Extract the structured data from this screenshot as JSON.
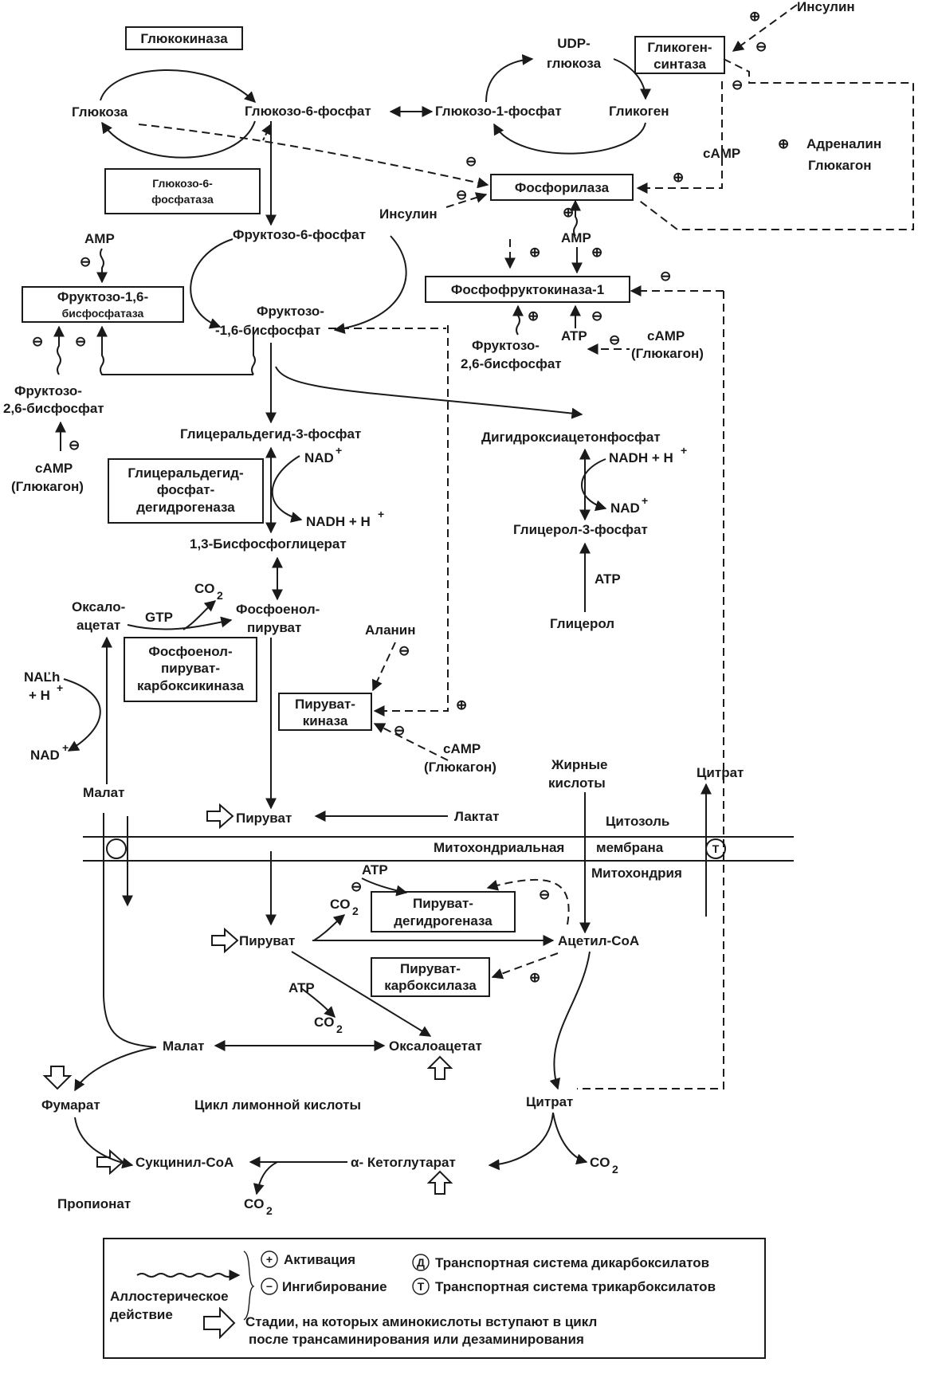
{
  "metabolites": {
    "insulin_top": "Инсулин",
    "glucose": "Глюкоза",
    "g6p": "Глюкозо-6-фосфат",
    "g1p": "Глюкозо-1-фосфат",
    "udp1": "UDP-",
    "udp2": "глюкоза",
    "glycogen": "Гликоген",
    "camp_top": "cAMP",
    "adrenaline": "Адреналин",
    "glucagon": "Глюкагон",
    "insulin_mid": "Инсулин",
    "amp_left": "AMP",
    "amp_right": "AMP",
    "f6p": "Фруктозо-6-фосфат",
    "fbp1": "Фруктозо-",
    "fbp2": "-1,6-бисфосфат",
    "f26bp_r1": "Фруктозо-",
    "f26bp_r2": "2,6-бисфосфат",
    "atp_pfk": "ATP",
    "camp_glucagon_r1": "cAMP",
    "camp_glucagon_r2": "(Глюкагон)",
    "f26bp_l1": "Фруктозо-",
    "f26bp_l2": "2,6-бисфосфат",
    "camp_l1": "cAMP",
    "camp_l2": "(Глюкагон)",
    "gap": "Глицеральдегид-3-фосфат",
    "dhap": "Дигидроксиацетонфосфат",
    "nad_gap": "NAD",
    "nadh_gap": "NADH + H",
    "nadh_dhap": "NADH + H",
    "nad_dhap": "NAD",
    "glycerol3p": "Глицерол-3-фосфат",
    "bpg": "1,3-Бисфосфоглицерат",
    "atp_glycerol": "ATP",
    "glycerol": "Глицерол",
    "co2_pep": "CO",
    "oaa_c1": "Оксало-",
    "oaa_c2": "ацетат",
    "gtp": "GTP",
    "pep1": "Фосфоенол-",
    "pep2": "пируват",
    "alanine": "Аланин",
    "nadh_malate1": "NAĽh",
    "nadh_malate2": "+ H",
    "nad_malate": "NAD",
    "camp_pk1": "cAMP",
    "camp_pk2": "(Глюкагон)",
    "fatty1": "Жирные",
    "fatty2": "кислоты",
    "citrate_cyt": "Цитрат",
    "malate_cyt": "Малат",
    "pyruvate_cyt": "Пируват",
    "lactate": "Лактат",
    "cytosol": "Цитозоль",
    "membrane1": "Митохондриальная",
    "membrane2": "мембрана",
    "mito": "Митохондрия",
    "atp_pdh": "ATP",
    "co2_pdh": "CO",
    "pyruvate_mito": "Пируват",
    "acetyl": "Ацетил-CoA",
    "atp_pc": "ATP",
    "co2_pc": "CO",
    "malate_mito": "Малат",
    "oaa_mito": "Оксалоацетат",
    "fumarate": "Фумарат",
    "tca": "Цикл лимонной кислоты",
    "citrate_mito": "Цитрат",
    "succinyl": "Сукцинил-CoA",
    "akg": "α- Кетоглутарат",
    "co2_succ": "CO",
    "co2_akg": "CO",
    "propionate": "Пропионат",
    "sub2": "2",
    "sup_plus": "+"
  },
  "enzymes": {
    "glucokinase": "Глюкокиназа",
    "glycogen_synthase1": "Гликоген-",
    "glycogen_synthase2": "синтаза",
    "g6pase1": "Глюкозо-6-",
    "g6pase2": "фосфатаза",
    "phosphorylase": "Фосфорилаза",
    "fbpase1": "Фруктозо-1,6-",
    "fbpase2": "бисфосфатаза",
    "pfk1": "Фосфофруктокиназа-1",
    "gapdh1": "Глицеральдегид-",
    "gapdh2": "фосфат-",
    "gapdh3": "дегидрогеназа",
    "pepck1": "Фосфоенол-",
    "pepck2": "пируват-",
    "pepck3": "карбоксикиназа",
    "pk1": "Пируват-",
    "pk2": "киназа",
    "pdh1": "Пируват-",
    "pdh2": "дегидрогеназа",
    "pc1": "Пируват-",
    "pc2": "карбоксилаза"
  },
  "regulation_signs": {
    "plus": "⊕",
    "minus": "⊖"
  },
  "transporters": {
    "tricarboxylate": "Т"
  },
  "legend": {
    "allosteric1": "Аллостерическое",
    "allosteric2": "действие",
    "activation_sign": "+",
    "activation": "Активация",
    "inhibition_sign": "−",
    "inhibition": "Ингибирование",
    "dicarb_sign": "Д",
    "dicarb": "Транспортная система дикарбоксилатов",
    "tricarb_sign": "Т",
    "tricarb": "Транспортная система трикарбоксилатов",
    "amino1": "Стадии, на которых аминокислоты вступают в цикл",
    "amino2": "после трансаминирования или дезаминирования"
  },
  "colors": {
    "ink": "#1a1a1a",
    "paper": "#ffffff"
  }
}
